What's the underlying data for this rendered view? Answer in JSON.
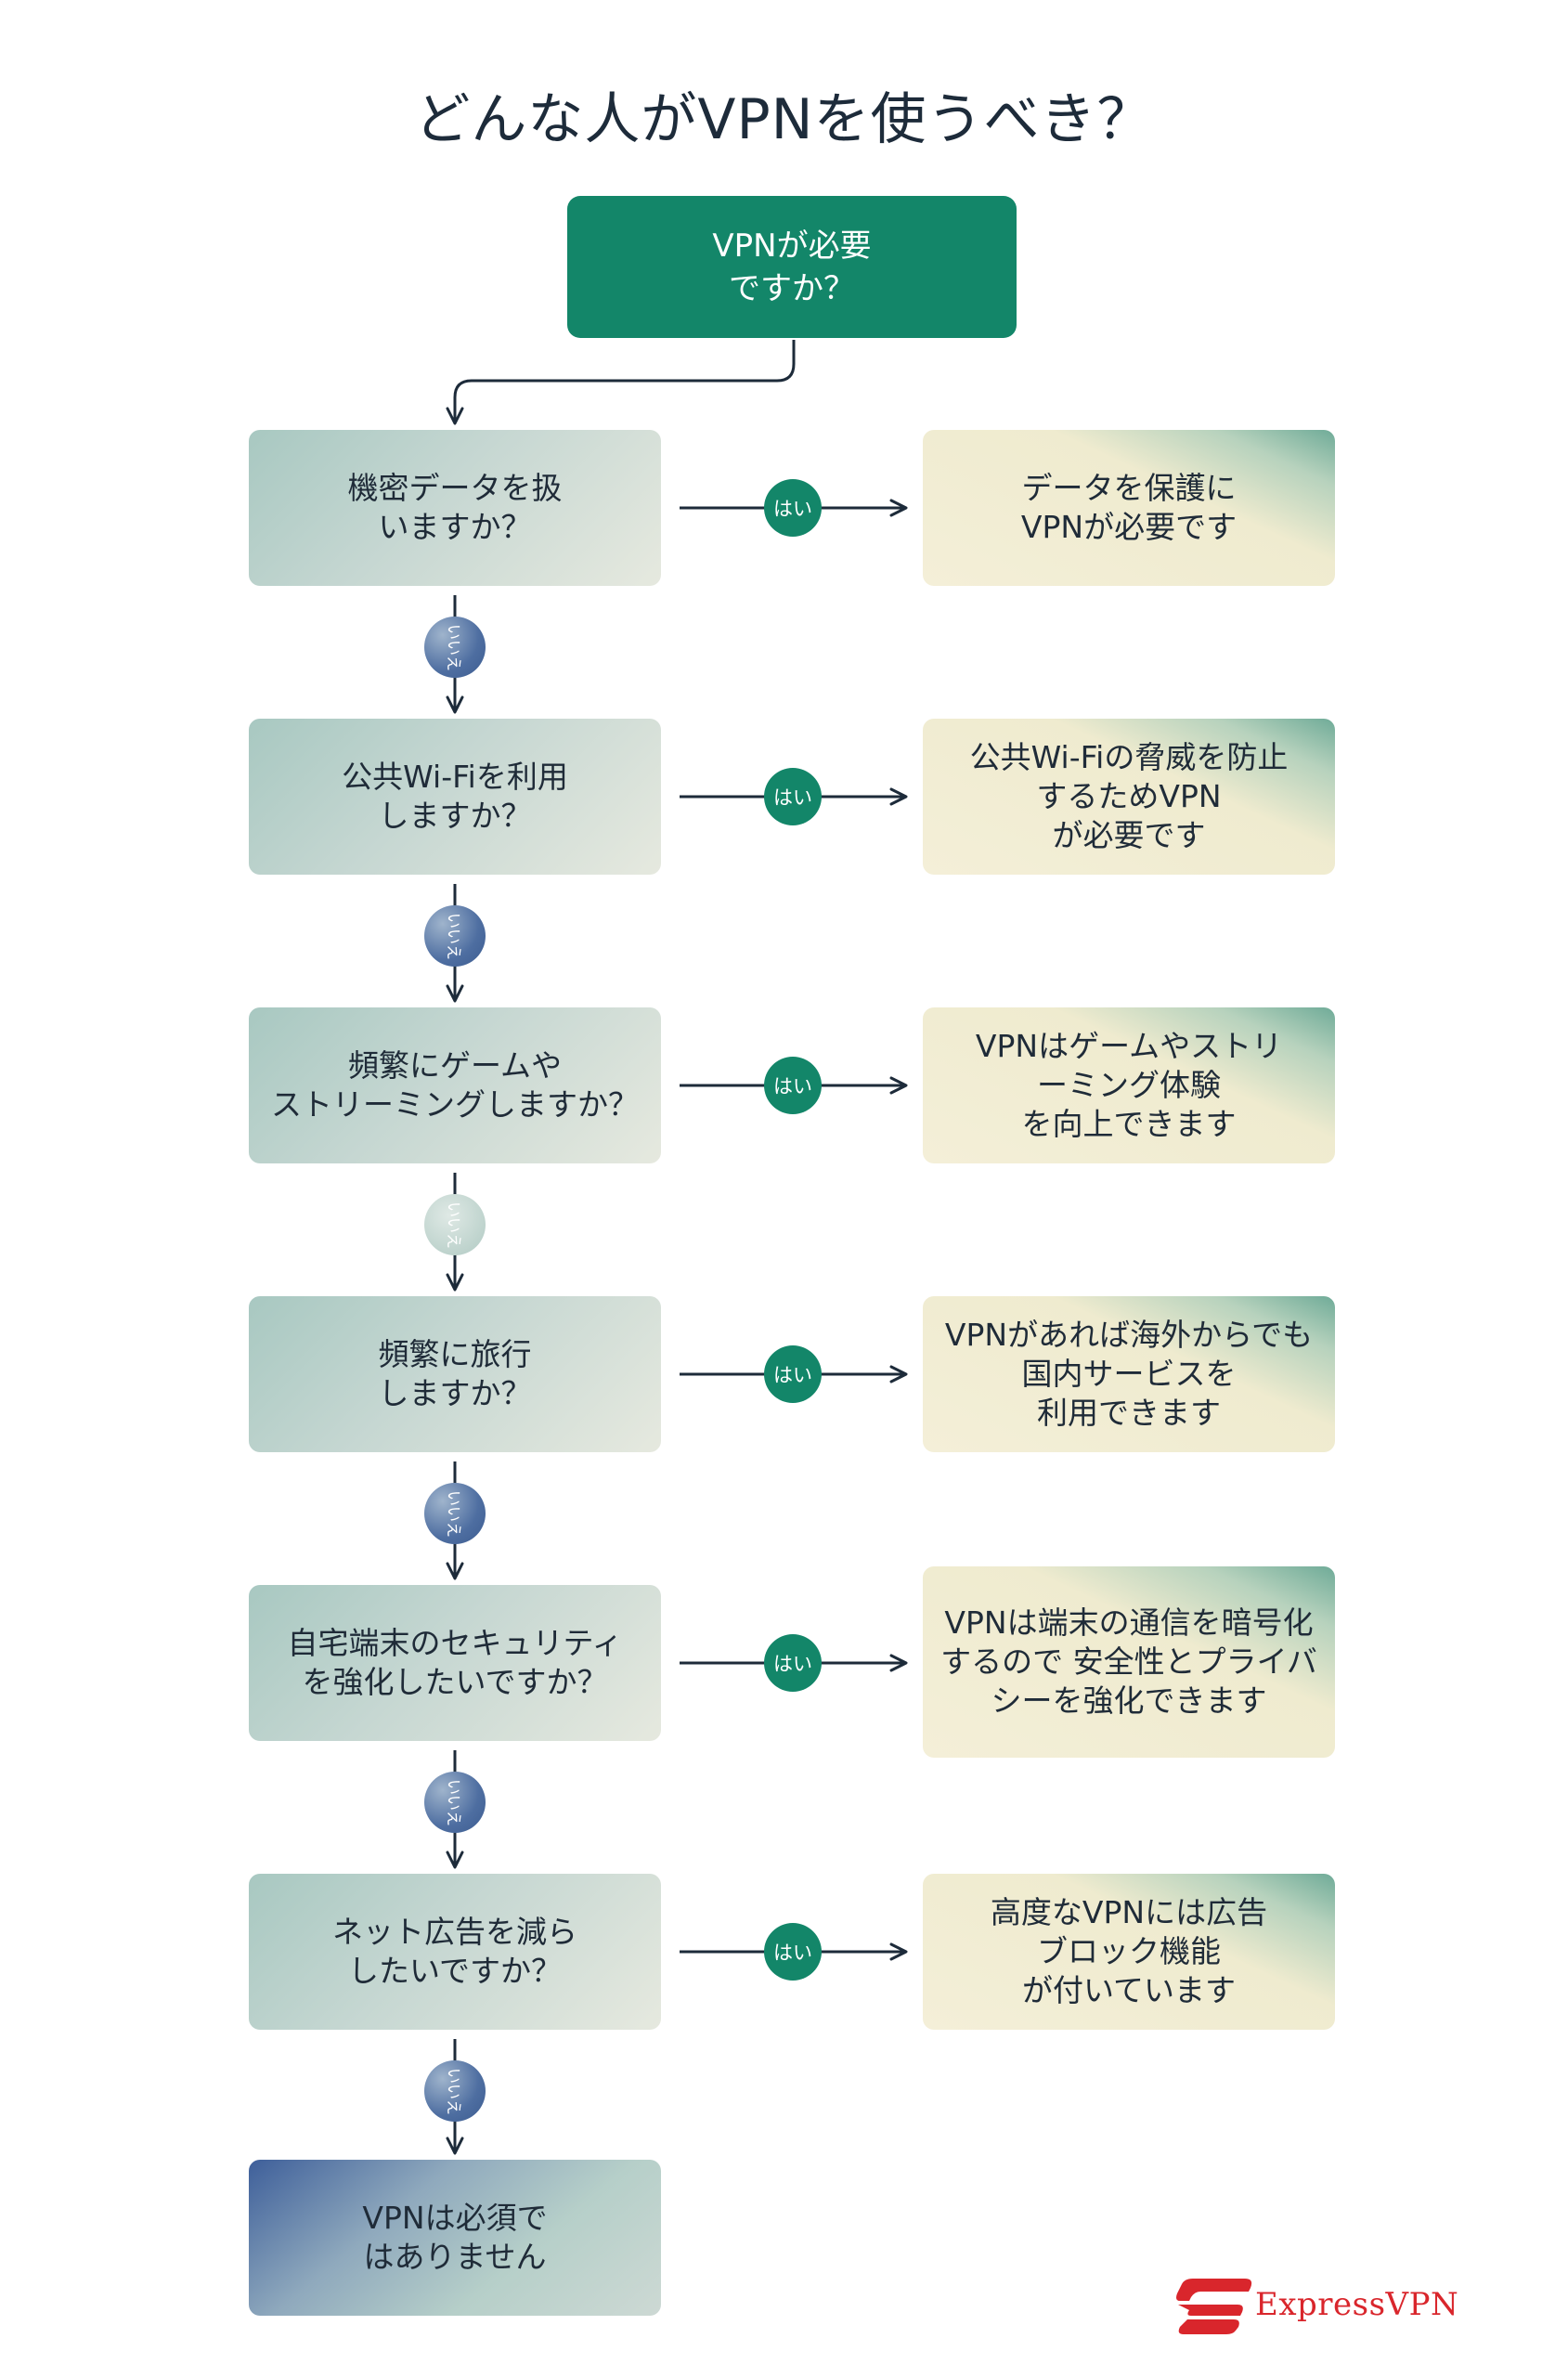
{
  "title": "どんな人がVPNを使うべき？",
  "start": "VPNが必要\nですか？",
  "yes_label": "はい",
  "no_label": "いいえ",
  "steps": [
    {
      "question": "機密データを扱\nいますか？",
      "answer": "データを保護に\nVPNが必要です"
    },
    {
      "question": "公共Wi-Fiを利用\nしますか？",
      "answer": "公共Wi-Fiの脅威を防止\nするためVPN\nが必要です"
    },
    {
      "question": "頻繁にゲームや\nストリーミングしますか？",
      "answer": "VPNはゲームやストリ\nーミング体験\nを向上できます"
    },
    {
      "question": "頻繁に旅行\nしますか？",
      "answer": "VPNがあれば海外からでも\n国内サービスを\n利用できます"
    },
    {
      "question": "自宅端末のセキュリティ\nを強化したいですか？",
      "answer": "VPNは端末の通信を暗号化\nするので 安全性とプライバ\nシーを強化できます"
    },
    {
      "question": "ネット広告を減ら\nしたいですか？",
      "answer": "高度なVPNには広告\nブロック機能\nが付いています"
    }
  ],
  "final": "VPNは必須で\nはありません",
  "brand": "ExpressVPN",
  "colors": {
    "primary_green": "#138669",
    "brand_red": "#d9262c",
    "ink": "#1d2b3a"
  }
}
